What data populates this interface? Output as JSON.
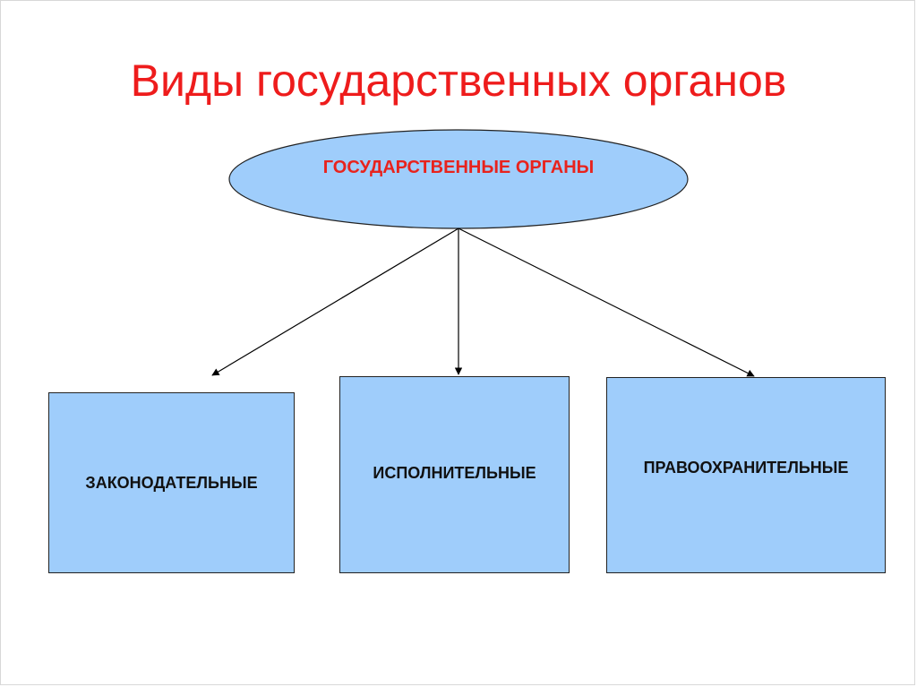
{
  "slide": {
    "title": "Виды государственных органов"
  },
  "diagram": {
    "root": {
      "label": "ГОСУДАРСТВЕННЫЕ ОРГАНЫ",
      "fill": "#9fcdfb",
      "text_color": "#e8231d"
    },
    "children": [
      {
        "label": "ЗАКОНОДАТЕЛЬНЫЕ"
      },
      {
        "label": "ИСПОЛНИТЕЛЬНЫЕ"
      },
      {
        "label": "ПРАВООХРАНИТЕЛЬНЫЕ"
      }
    ],
    "edges": [
      {
        "from": "root",
        "to": 0
      },
      {
        "from": "root",
        "to": 1
      },
      {
        "from": "root",
        "to": 2
      }
    ],
    "box_fill": "#9fcdfb",
    "title_color": "#ee1c1c"
  }
}
